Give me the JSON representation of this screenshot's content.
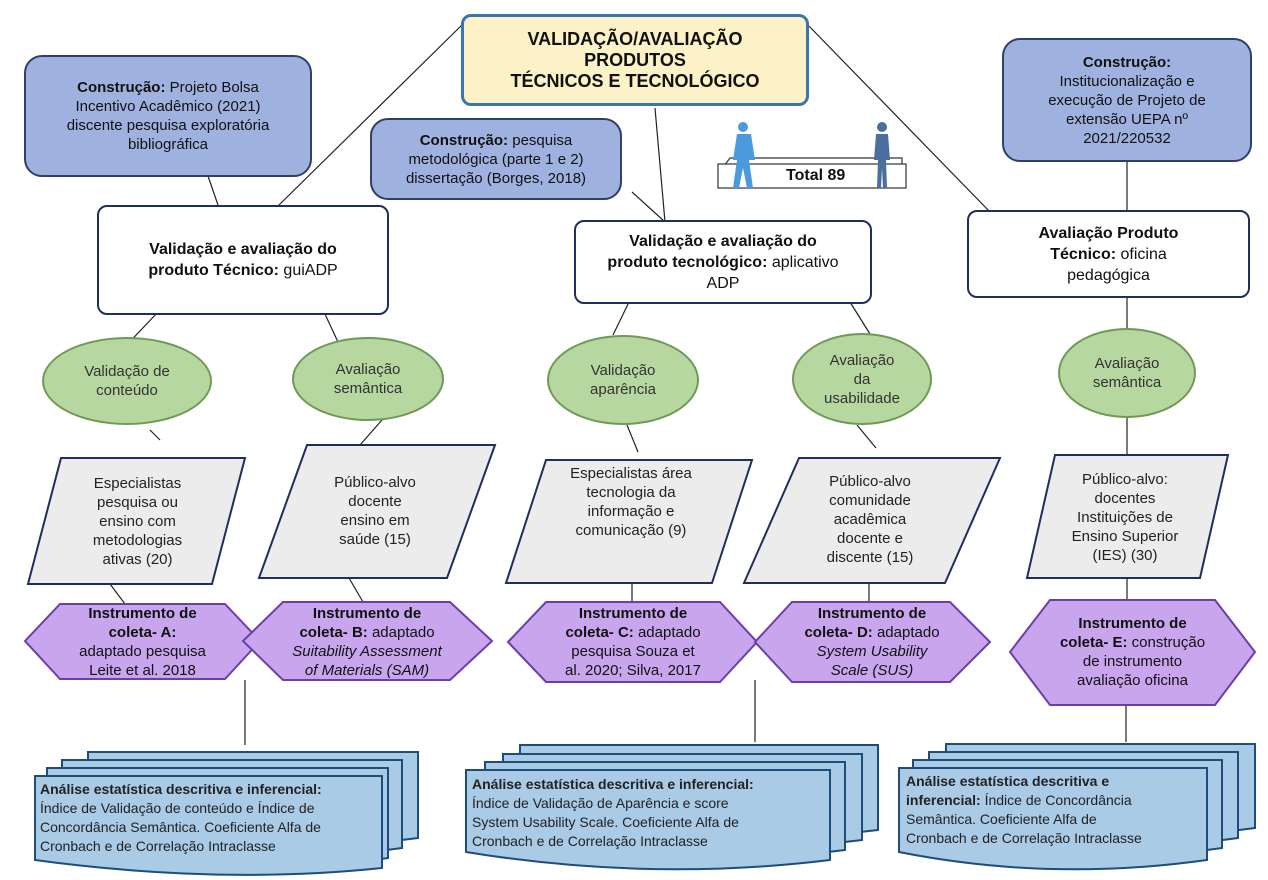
{
  "title": {
    "line1": "VALIDAÇÃO/AVALIAÇÃO",
    "line2": "PRODUTOS",
    "line3": "TÉCNICOS E TECNOLÓGICO"
  },
  "constructions": [
    {
      "label": "Construção:",
      "text1": "Projeto Bolsa",
      "text2": "Incentivo Acadêmico (2021)",
      "text3": "discente pesquisa exploratória",
      "text4": "bibliográfica"
    },
    {
      "label": "Construção:",
      "text1": "pesquisa",
      "text2": "metodológica (parte 1 e 2)",
      "text3": "dissertação (Borges, 2018)"
    },
    {
      "label": "Construção:",
      "text1": "Institucionalização e",
      "text2": "execução de Projeto de",
      "text3": "extensão UEPA nº",
      "text4": "2021/220532"
    }
  ],
  "total": "Total 89",
  "products": [
    {
      "bold1": "Validação e avaliação do",
      "bold2": "produto Técnico:",
      "normal": "guiADP"
    },
    {
      "bold1": "Validação e avaliação do",
      "bold2": "produto tecnológico:",
      "normal": "aplicativo",
      "line3": "ADP"
    },
    {
      "bold1": "Avaliação Produto",
      "bold2": "Técnico:",
      "normal": "oficina",
      "line3": "pedagógica"
    }
  ],
  "ovals": [
    {
      "l1": "Validação de",
      "l2": "conteúdo"
    },
    {
      "l1": "Avaliação",
      "l2": "semântica"
    },
    {
      "l1": "Validação",
      "l2": "aparência"
    },
    {
      "l1": "Avaliação",
      "l2": "da",
      "l3": "usabilidade"
    },
    {
      "l1": "Avaliação",
      "l2": "semântica"
    }
  ],
  "audiences": [
    {
      "l1": "Especialistas",
      "l2": "pesquisa ou",
      "l3": "ensino com",
      "l4": "metodologias",
      "l5": "ativas (20)"
    },
    {
      "l1": "Público-alvo",
      "l2": "docente",
      "l3": "ensino em",
      "l4": "saúde (15)"
    },
    {
      "l1": "Especialistas área",
      "l2": "tecnologia da",
      "l3": "informação e",
      "l4": "comunicação (9)"
    },
    {
      "l1": "Público-alvo",
      "l2": "comunidade",
      "l3": "acadêmica",
      "l4": "docente e",
      "l5": "discente (15)"
    },
    {
      "l1": "Público-alvo:",
      "l2": "docentes",
      "l3": "Instituições de",
      "l4": "Ensino Superior",
      "l5": "(IES) (30)"
    }
  ],
  "instruments": [
    {
      "b1": "Instrumento de",
      "b2": "coleta- A:",
      "n1": "adaptado pesquisa",
      "n2": "Leite et al. 2018"
    },
    {
      "b1": "Instrumento de",
      "b2": "coleta- B:",
      "n2a": "adaptado",
      "i1": "Suitability Assessment",
      "i2": "of Materials (SAM)"
    },
    {
      "b1": "Instrumento de",
      "b2": "coleta- C:",
      "n2a": "adaptado",
      "n1": "pesquisa Souza et",
      "n2": "al. 2020; Silva, 2017"
    },
    {
      "b1": "Instrumento de",
      "b2": "coleta- D:",
      "n2a": "adaptado",
      "i1": "System Usability",
      "i2": "Scale (SUS)"
    },
    {
      "b1": "Instrumento de",
      "b2": "coleta- E:",
      "n2a": "construção",
      "n1": "de instrumento",
      "n2": "avaliação oficina"
    }
  ],
  "analyses": [
    {
      "b1": "Análise estatística descritiva e inferencial:",
      "l2": "Índice de Validação de conteúdo e Índice de",
      "l3": "Concordância Semântica. Coeficiente Alfa de",
      "l4": "Cronbach e de Correlação Intraclasse"
    },
    {
      "b1": "Análise estatística descritiva e inferencial:",
      "l2": "Índice de Validação de Aparência e score",
      "l3": "System Usability Scale. Coeficiente Alfa de",
      "l4": "Cronbach e de Correlação Intraclasse"
    },
    {
      "b1": "Análise estatística descritiva e",
      "b2": "inferencial:",
      "l2b": "Índice de Concordância",
      "l3": "Semântica. Coeficiente Alfa de",
      "l4": "Cronbach e de Correlação Intraclasse"
    }
  ],
  "colors": {
    "blue": "#9fb2df",
    "green": "#b7d7a0",
    "purple": "#c9a5ee",
    "grey": "#ececec",
    "doc": "#a9cbe6",
    "title": "#fdf1c8"
  }
}
